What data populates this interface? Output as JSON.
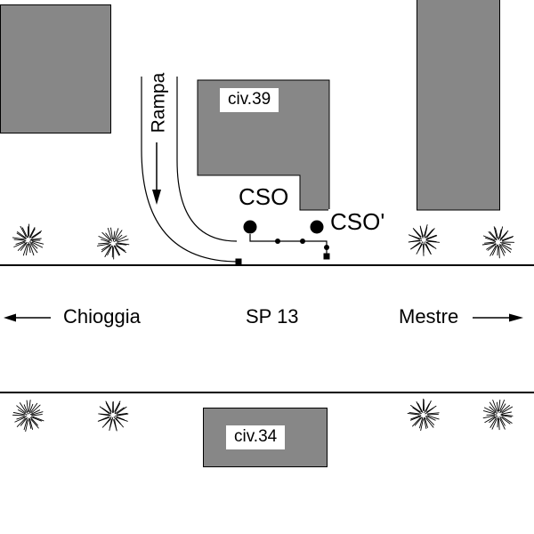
{
  "diagram": {
    "road": {
      "name": "SP 13",
      "direction_left": "Chioggia",
      "direction_right": "Mestre"
    },
    "ramp": {
      "label": "Rampa"
    },
    "buildings": {
      "top_center": "civ.39",
      "bottom_center": "civ.34"
    },
    "points": {
      "primary": "CSO",
      "secondary": "CSO'"
    },
    "colors": {
      "building_fill": "#878787",
      "line": "#000000",
      "background": "#ffffff"
    }
  }
}
